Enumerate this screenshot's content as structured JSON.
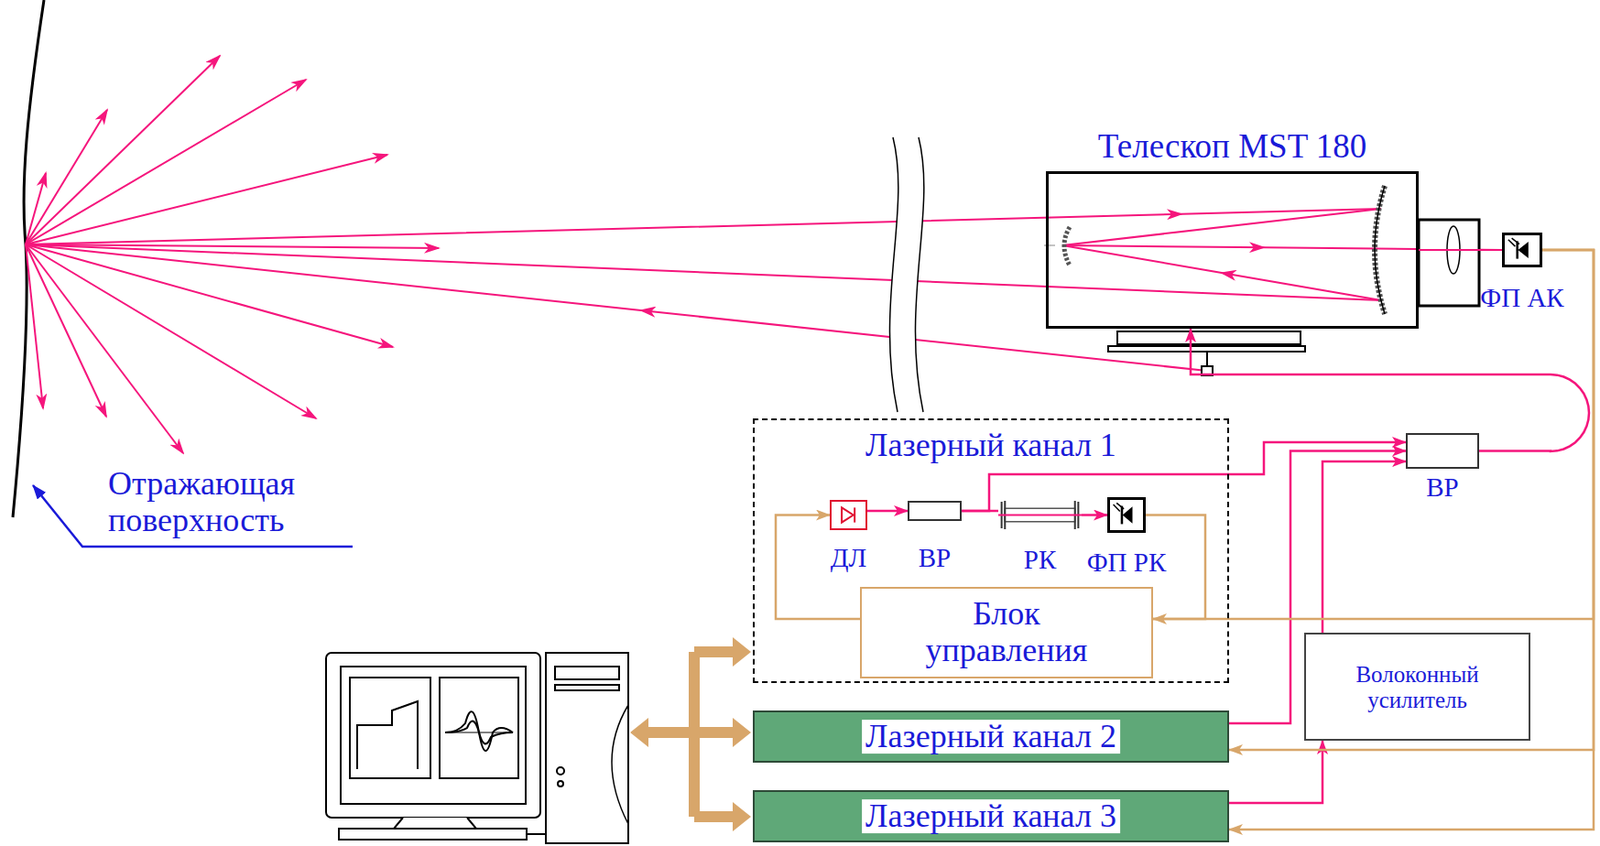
{
  "diagram": {
    "nodes": [
      {
        "text": [
          "Телескоп MST 180"
        ]
      },
      {
        "text": [
          "ФП АК"
        ]
      },
      {
        "text": [
          "Лазерный канал 1"
        ]
      },
      {
        "text": [
          "ДЛ"
        ],
        "in": 2
      },
      {
        "text": [
          "ВР"
        ],
        "in": 2
      },
      {
        "text": [
          "РК"
        ],
        "in": 2
      },
      {
        "text": [
          "ФП РК"
        ],
        "in": 2
      },
      {
        "text": [
          "Блок управления"
        ],
        "in": 2
      },
      {
        "text": [
          "ВР"
        ]
      },
      {
        "text": [
          "Волоконный усилитель"
        ]
      },
      {
        "text": [
          "Лазерный канал 2"
        ]
      },
      {
        "text": [
          "Лазерный канал 3"
        ]
      }
    ],
    "edges": [
      {
        "from": 3,
        "to": 4,
        "arrow": "to"
      },
      {
        "from": 4,
        "to": 5,
        "arrow": "none"
      },
      {
        "from": 5,
        "to": 6,
        "arrow": "to"
      },
      {
        "from": 6,
        "to": 7,
        "arrow": "none"
      },
      {
        "from": 7,
        "to": 3,
        "arrow": "to"
      },
      {
        "from": 4,
        "to": 8,
        "arrow": "to"
      },
      {
        "from": 10,
        "to": 8,
        "arrow": "to"
      },
      {
        "from": 11,
        "to": 9,
        "arrow": "to"
      },
      {
        "from": 9,
        "to": 8,
        "arrow": "to"
      },
      {
        "from": 8,
        "to": 0,
        "arrow": "to"
      },
      {
        "from": 1,
        "to": 7,
        "arrow": "to"
      },
      {
        "from": 1,
        "to": 10,
        "arrow": "to"
      },
      {
        "from": 1,
        "to": 11,
        "arrow": "to"
      }
    ],
    "labels": [
      "Отражающая поверхность"
    ]
  }
}
